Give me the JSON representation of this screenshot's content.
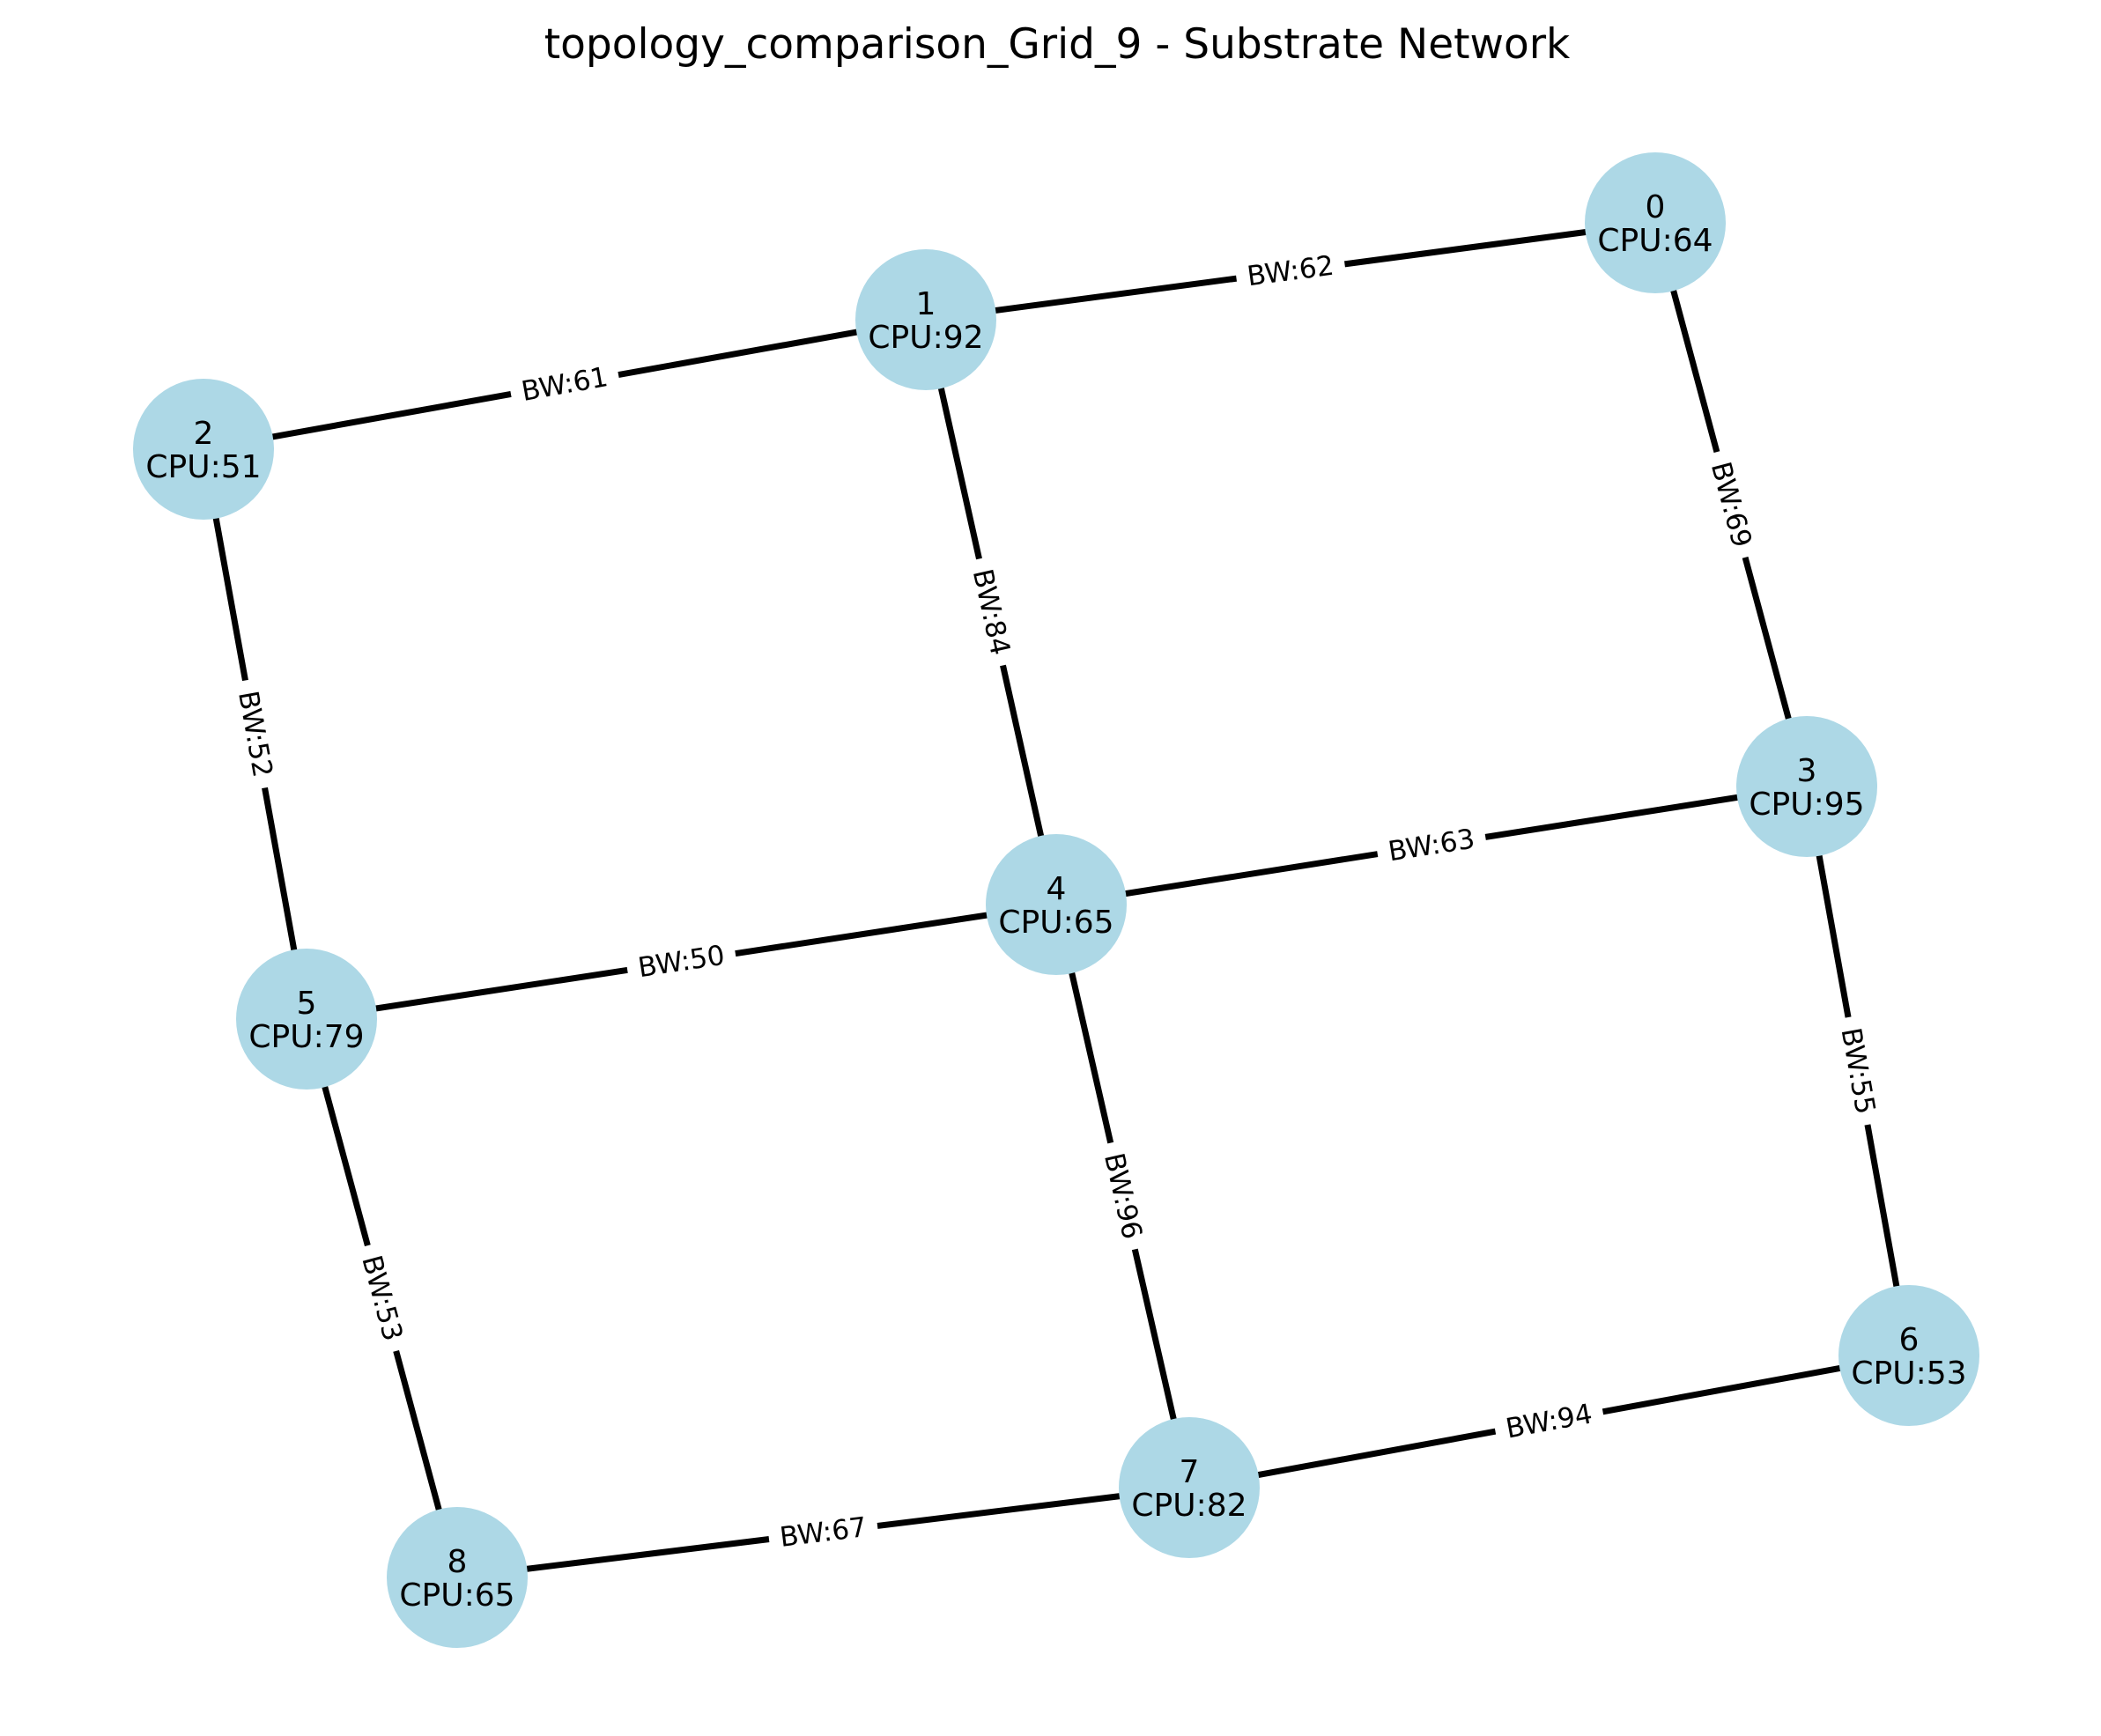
{
  "title": "topology_comparison_Grid_9 - Substrate Network",
  "colors": {
    "node_fill": "#add8e6",
    "edge": "#000000",
    "background": "#ffffff"
  },
  "nodes": [
    {
      "id": "0",
      "label_cpu": "CPU:64"
    },
    {
      "id": "1",
      "label_cpu": "CPU:92"
    },
    {
      "id": "2",
      "label_cpu": "CPU:51"
    },
    {
      "id": "3",
      "label_cpu": "CPU:95"
    },
    {
      "id": "4",
      "label_cpu": "CPU:65"
    },
    {
      "id": "5",
      "label_cpu": "CPU:79"
    },
    {
      "id": "6",
      "label_cpu": "CPU:53"
    },
    {
      "id": "7",
      "label_cpu": "CPU:82"
    },
    {
      "id": "8",
      "label_cpu": "CPU:65"
    }
  ],
  "edges": [
    {
      "source": "1",
      "target": "0",
      "label": "BW:62"
    },
    {
      "source": "2",
      "target": "1",
      "label": "BW:61"
    },
    {
      "source": "0",
      "target": "3",
      "label": "BW:69"
    },
    {
      "source": "1",
      "target": "4",
      "label": "BW:84"
    },
    {
      "source": "2",
      "target": "5",
      "label": "BW:52"
    },
    {
      "source": "4",
      "target": "3",
      "label": "BW:63"
    },
    {
      "source": "5",
      "target": "4",
      "label": "BW:50"
    },
    {
      "source": "3",
      "target": "6",
      "label": "BW:55"
    },
    {
      "source": "4",
      "target": "7",
      "label": "BW:96"
    },
    {
      "source": "5",
      "target": "8",
      "label": "BW:53"
    },
    {
      "source": "7",
      "target": "6",
      "label": "BW:94"
    },
    {
      "source": "8",
      "target": "7",
      "label": "BW:67"
    }
  ]
}
